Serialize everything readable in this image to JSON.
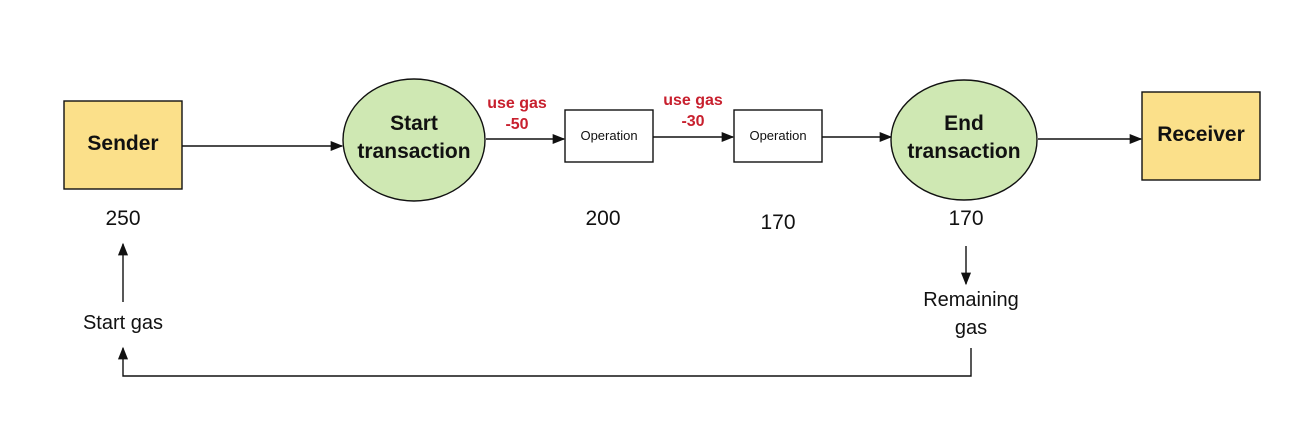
{
  "nodes": {
    "sender": "Sender",
    "start_transaction": [
      "Start",
      "transaction"
    ],
    "operation_1": "Operation",
    "operation_2": "Operation",
    "end_transaction": [
      "End",
      "transaction"
    ],
    "receiver": "Receiver"
  },
  "gas_usage": [
    [
      "use gas",
      "-50"
    ],
    [
      "use gas",
      "-30"
    ]
  ],
  "values": {
    "sender": "250",
    "operation_1": "200",
    "operation_2": "170",
    "end_transaction": "170"
  },
  "labels": {
    "start_gas": "Start gas",
    "remaining_gas": [
      "Remaining",
      "gas"
    ]
  },
  "colors": {
    "box_fill": "#fbe08a",
    "ellipse_fill": "#cfe8b3",
    "gas_text": "#c8202e",
    "stroke": "#111111"
  }
}
